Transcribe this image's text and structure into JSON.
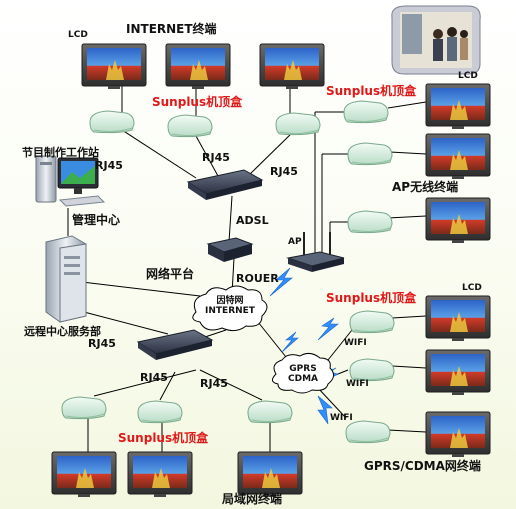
{
  "labels": {
    "internet_terminal": "INTERNET终端",
    "lcd": "LCD",
    "sunplus_stb": "Sunplus机顶盒",
    "rj45": "RJ45",
    "adsl": "ADSL",
    "rouer": "ROUER",
    "network_platform": "网络平台",
    "ap": "AP",
    "ap_wireless_terminal": "AP无线终端",
    "workstation": "节目制作工作站",
    "management_center": "管理中心",
    "remote_service_dept": "远程中心服务部",
    "internet_cloud": "因特网\nINTERNET",
    "gprs_cloud": "GPRS\nCDMA",
    "wifi": "WIFI",
    "gprs_cdma_terminal": "GPRS/CDMA网终端",
    "lan_terminal": "局域网终端"
  },
  "colors": {
    "label_red": "#e01818",
    "link_blue": "#2f8fff",
    "line": "#000000",
    "monitor_frame": "#4a4a4a",
    "screen_sky": "#2f6fd0",
    "stb_body": "#d7eee0"
  }
}
